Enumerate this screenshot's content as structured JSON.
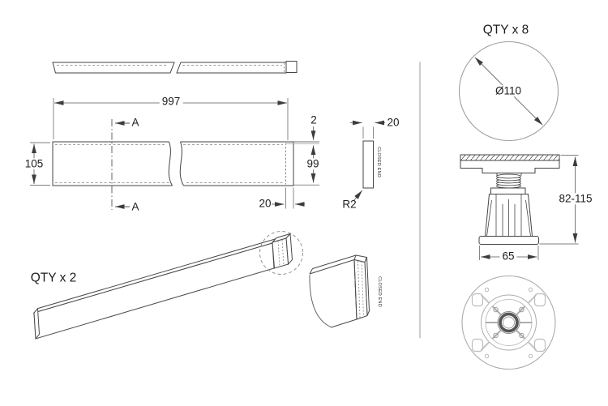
{
  "colors": {
    "line": "#3f3f3f",
    "gray": "#a9a9a9",
    "text": "#1c1c1c"
  },
  "front_view": {
    "length": "997",
    "height": "105",
    "inner_height": "99",
    "lip_thickness": "2",
    "end_width": "20",
    "section_label": "A"
  },
  "end_profile": {
    "width": "20",
    "corner_radius": "R2",
    "end_label": "CLOSED END"
  },
  "iso_view": {
    "qty": "QTY x 2",
    "end_label": "CLOSED END"
  },
  "leg_view": {
    "qty": "QTY x 8",
    "top_diameter": "Ø110",
    "height_range": "82-115",
    "base_width": "65"
  }
}
